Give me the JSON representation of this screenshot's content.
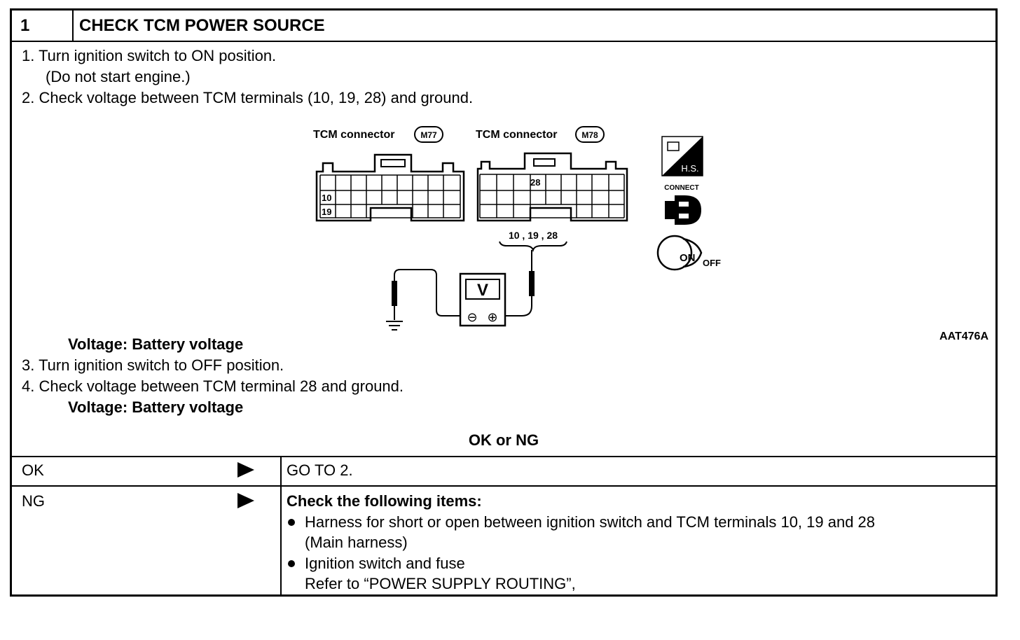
{
  "header": {
    "step_number": "1",
    "title": "CHECK TCM POWER SOURCE"
  },
  "steps": {
    "s1": "1.  Turn ignition switch to ON position.",
    "s1_note": "(Do not start engine.)",
    "s2": "2.  Check voltage between TCM terminals (10, 19, 28) and ground.",
    "voltage1": "Voltage: Battery voltage",
    "s3": "3.  Turn ignition switch to OFF position.",
    "s4": "4.  Check voltage between TCM terminal 28 and ground.",
    "voltage2": "Voltage: Battery voltage"
  },
  "diagram": {
    "conn1_label": "TCM connector",
    "conn1_id": "M77",
    "conn2_label": "TCM connector",
    "conn2_id": "M78",
    "pin10": "10",
    "pin19": "19",
    "pin28": "28",
    "probe_label": "10 , 19 , 28",
    "meter_symbol": "V",
    "meter_neg": "⊖",
    "meter_pos": "⊕",
    "hs_label": "H.S.",
    "connect_label": "CONNECT",
    "on_label": "ON",
    "off_label": "OFF",
    "figure_id": "AAT476A"
  },
  "result": {
    "heading": "OK or NG",
    "ok_label": "OK",
    "ok_action": "GO TO 2.",
    "ng_label": "NG",
    "ng_title": "Check the following items:",
    "ng_item1_line1": "Harness for short or open between ignition switch and TCM terminals 10, 19 and 28",
    "ng_item1_line2": "(Main harness)",
    "ng_item2_line1": "Ignition switch and fuse",
    "ng_item2_line2": "Refer to “POWER SUPPLY ROUTING”,"
  }
}
